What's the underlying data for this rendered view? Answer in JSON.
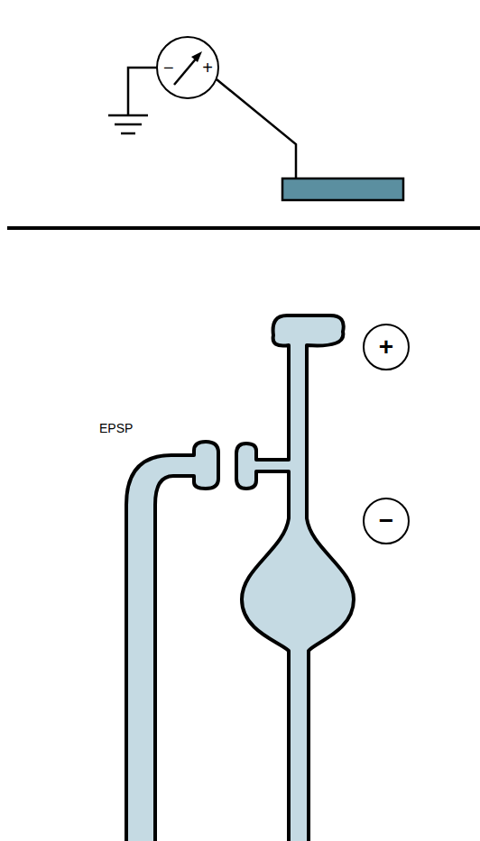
{
  "diagram": {
    "nodes": [
      {
        "text": [
          "−",
          "+"
        ]
      },
      {
        "text": [
          "+"
        ]
      },
      {
        "text": [
          "−"
        ]
      }
    ],
    "labels": [
      "EPSP"
    ]
  }
}
